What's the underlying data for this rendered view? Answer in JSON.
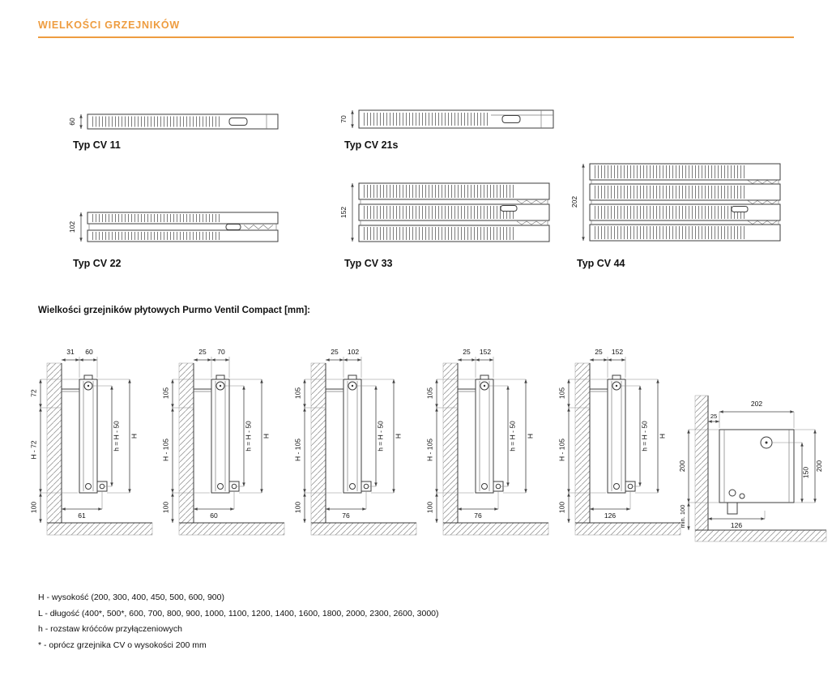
{
  "page": {
    "title": "WIELKOŚCI GRZEJNIKÓW",
    "accent_color": "#EE9C3F"
  },
  "cross_sections": [
    {
      "label": "Typ CV 11",
      "depth": "60"
    },
    {
      "label": "Typ CV 21s",
      "depth": "70"
    },
    {
      "label": "Typ CV 22",
      "depth": "102"
    },
    {
      "label": "Typ CV 33",
      "depth": "152"
    },
    {
      "label": "Typ CV 44",
      "depth": "202"
    }
  ],
  "section_title": "Wielkości grzejników płytowych Purmo Ventil Compact [mm]:",
  "profiles": [
    {
      "wall_gap": "31",
      "depth": "60",
      "top_offset": "72",
      "height_minus": "H - 72",
      "pipe_axis": "h = H - 50",
      "height": "H",
      "floor_clearance": "100",
      "conn_width": "61"
    },
    {
      "wall_gap": "25",
      "depth": "70",
      "top_offset": "105",
      "height_minus": "H - 105",
      "pipe_axis": "h = H - 50",
      "height": "H",
      "floor_clearance": "100",
      "conn_width": "60"
    },
    {
      "wall_gap": "25",
      "depth": "102",
      "top_offset": "105",
      "height_minus": "H - 105",
      "pipe_axis": "h = H - 50",
      "height": "H",
      "floor_clearance": "100",
      "conn_width": "76"
    },
    {
      "wall_gap": "25",
      "depth": "152",
      "top_offset": "105",
      "height_minus": "H - 105",
      "pipe_axis": "h = H - 50",
      "height": "H",
      "floor_clearance": "100",
      "conn_width": "76"
    },
    {
      "wall_gap": "25",
      "depth": "152",
      "top_offset": "105",
      "height_minus": "H - 105",
      "pipe_axis": "h = H - 50",
      "height": "H",
      "floor_clearance": "100",
      "conn_width": "126"
    }
  ],
  "corner_diagram": {
    "depth": "202",
    "wall_gap": "25",
    "height_left": "200",
    "pipe_offset": "150",
    "height_right": "200",
    "floor_min": "min. 100",
    "conn_width": "126"
  },
  "legend": [
    "H - wysokość (200, 300, 400, 450, 500, 600, 900)",
    "L - długość (400*, 500*, 600, 700, 800, 900, 1000, 1100, 1200, 1400, 1600, 1800, 2000, 2300, 2600, 3000)",
    "h - rozstaw króćców przyłączeniowych",
    "* - oprócz grzejnika CV o wysokości 200 mm"
  ]
}
